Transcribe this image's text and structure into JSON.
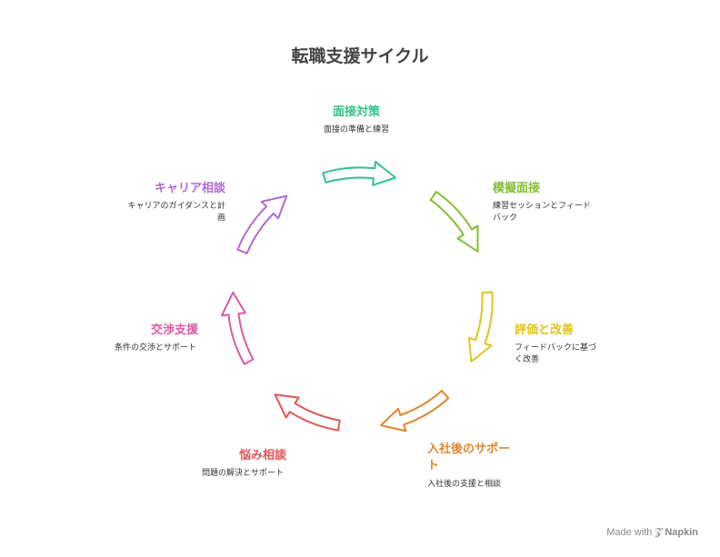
{
  "title": "転職支援サイクル",
  "stages": [
    {
      "title": "面接対策",
      "desc": "面接の準備と練習",
      "color": "#33c18b"
    },
    {
      "title": "模擬面接",
      "desc": "練習セッションとフィードバック",
      "color": "#86bd35"
    },
    {
      "title": "評価と改善",
      "desc": "フィードバックに基づく改善",
      "color": "#e1c51b"
    },
    {
      "title": "入社後のサポート",
      "desc": "入社後の支援と相談",
      "color": "#e0862e"
    },
    {
      "title": "悩み相談",
      "desc": "問題の解決とサポート",
      "color": "#e05555"
    },
    {
      "title": "交渉支援",
      "desc": "条件の交渉とサポート",
      "color": "#d95ba7"
    },
    {
      "title": "キャリア相談",
      "desc": "キャリアのガイダンスと計画",
      "color": "#b06ad6"
    }
  ],
  "footer": {
    "made_with": "Made with",
    "brand": "Napkin"
  }
}
